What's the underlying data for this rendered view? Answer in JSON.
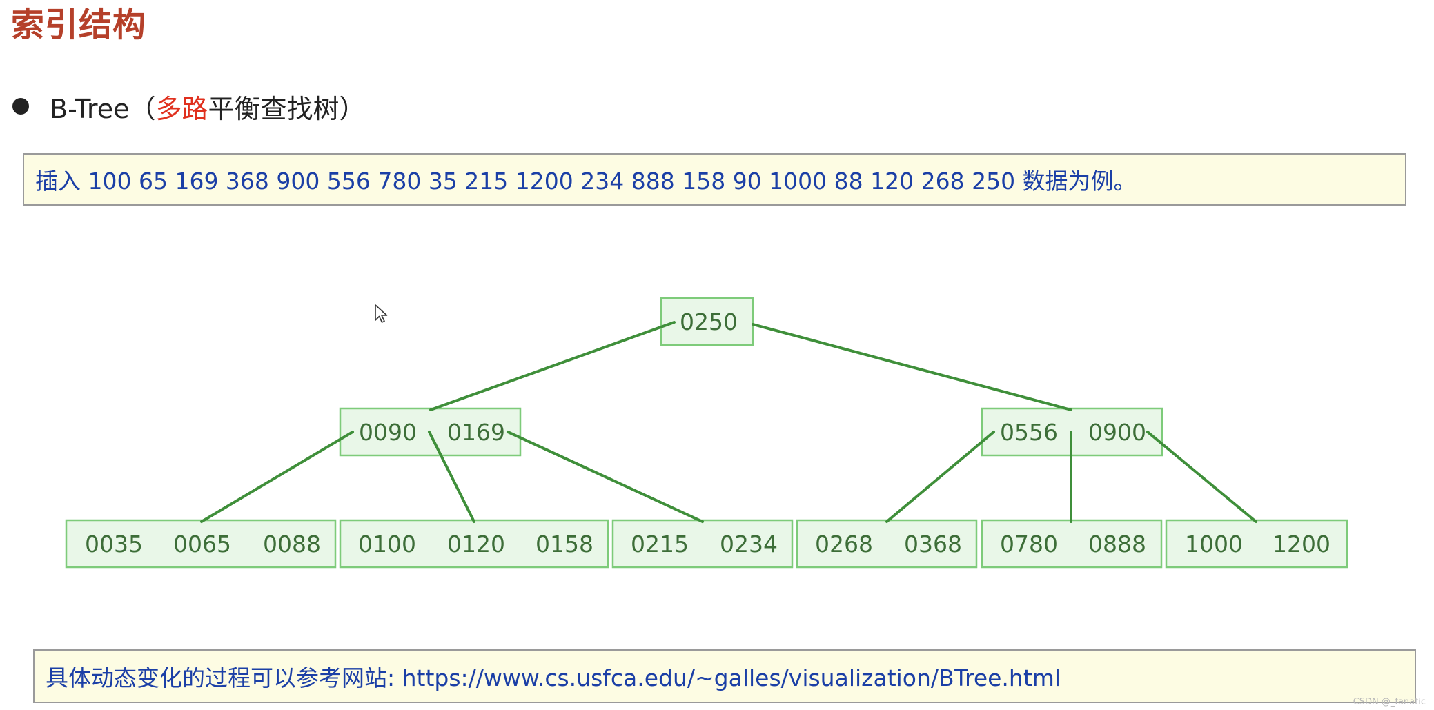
{
  "title": "索引结构",
  "bullet": {
    "before": "B-Tree（",
    "highlight": "多路",
    "after": "平衡查找树）"
  },
  "insert_note": "插入 100 65 169 368 900 556 780 35 215 1200 234 888 158 90 1000 88 120 268 250 数据为例。",
  "tree": {
    "root": [
      "0250"
    ],
    "level1": [
      [
        "0090",
        "0169"
      ],
      [
        "0556",
        "0900"
      ]
    ],
    "leaves": [
      [
        "0035",
        "0065",
        "0088"
      ],
      [
        "0100",
        "0120",
        "0158"
      ],
      [
        "0215",
        "0234"
      ],
      [
        "0268",
        "0368"
      ],
      [
        "0780",
        "0888"
      ],
      [
        "1000",
        "1200"
      ]
    ]
  },
  "reference_note": "具体动态变化的过程可以参考网站: https://www.cs.usfca.edu/~galles/visualization/BTree.html",
  "watermark": "CSDN @_fanatic",
  "colors": {
    "title": "#b5402a",
    "highlight": "#e0301e",
    "note_text": "#1b3fa6",
    "note_bg": "#fdfce3",
    "node_fill": "#e9f7e8",
    "node_border": "#7ecb7a",
    "edge": "#3f8f3a"
  }
}
